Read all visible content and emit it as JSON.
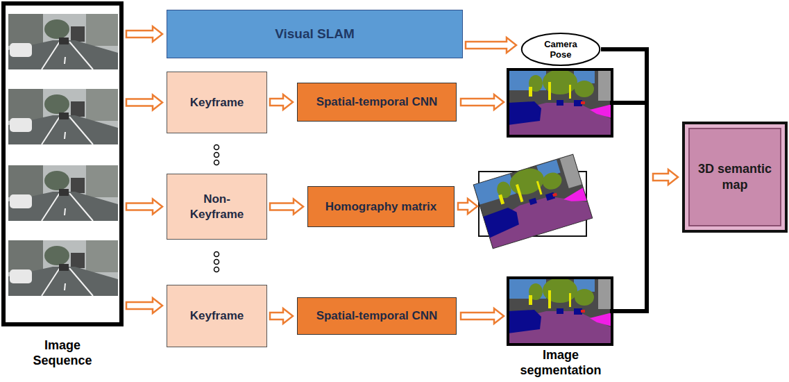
{
  "diagram": {
    "nodes": [
      {
        "text": [
          "Image Sequence"
        ]
      },
      {
        "text": [
          "Visual SLAM"
        ]
      },
      {
        "text": [
          "Camera Pose"
        ]
      },
      {
        "text": [
          "Keyframe"
        ]
      },
      {
        "text": [
          "Spatial-temporal CNN"
        ]
      },
      {
        "text": [
          "Non- Keyframe"
        ]
      },
      {
        "text": [
          "Homography matrix"
        ]
      },
      {
        "text": [
          "Keyframe"
        ]
      },
      {
        "text": [
          "Spatial-temporal CNN"
        ]
      },
      {
        "text": [
          "3D semantic map"
        ]
      }
    ],
    "edges": [
      {
        "from": 0,
        "to": 1,
        "arrow": "to"
      },
      {
        "from": 1,
        "to": 2,
        "arrow": "to"
      },
      {
        "from": 0,
        "to": 3,
        "arrow": "to"
      },
      {
        "from": 3,
        "to": 4,
        "arrow": "to"
      },
      {
        "from": 0,
        "to": 5,
        "arrow": "to"
      },
      {
        "from": 5,
        "to": 6,
        "arrow": "to"
      },
      {
        "from": 0,
        "to": 7,
        "arrow": "to"
      },
      {
        "from": 7,
        "to": 8,
        "arrow": "to"
      },
      {
        "from": 2,
        "to": 9,
        "arrow": "to"
      }
    ],
    "labels": [
      "Image segmentation"
    ]
  }
}
